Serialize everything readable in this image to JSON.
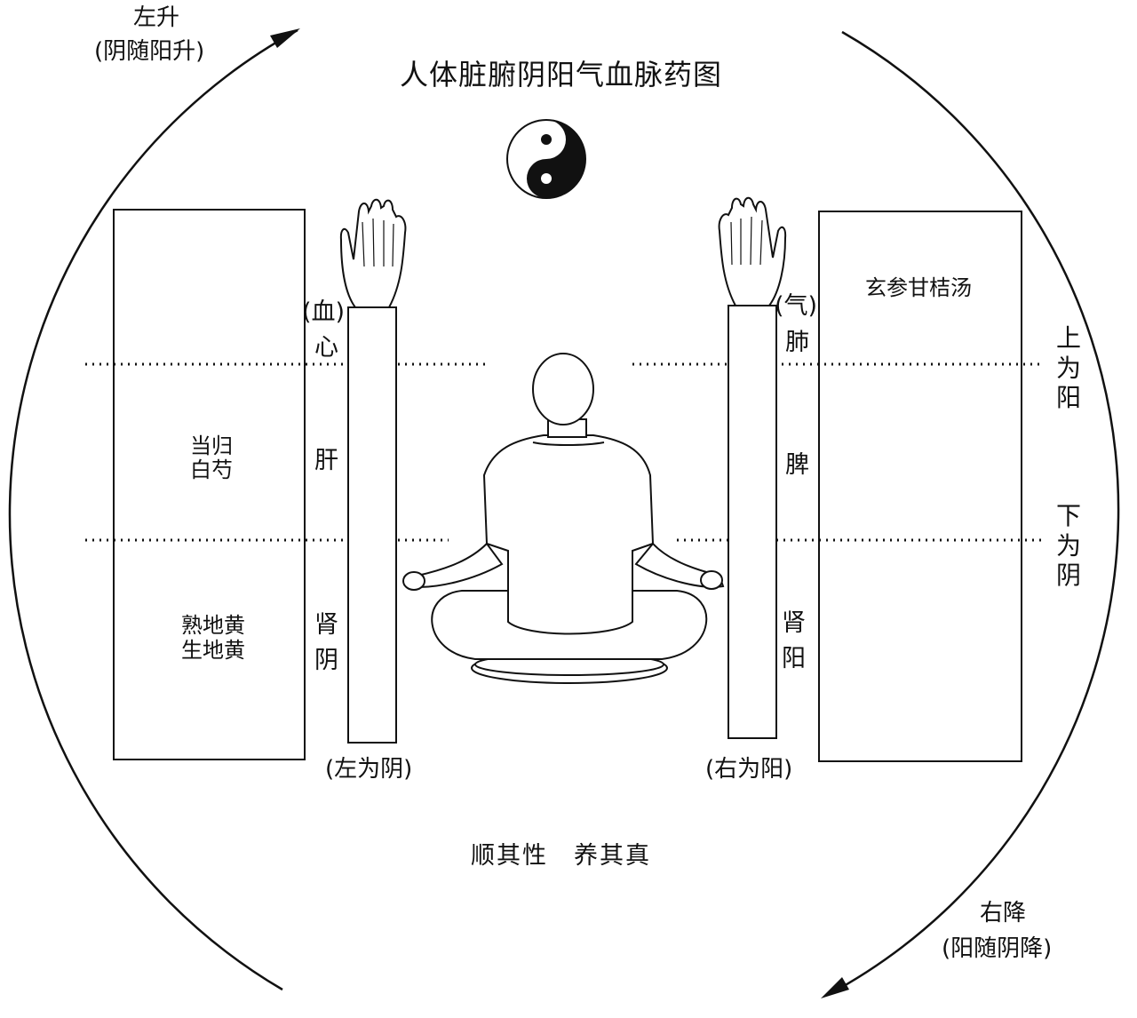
{
  "title": "人体脏腑阴阳气血脉药图",
  "left_arc": {
    "label": "左升",
    "note": "(阴随阳升)"
  },
  "right_arc": {
    "label": "右降",
    "note": "(阳随阴降)"
  },
  "left_column": {
    "top_tag": "(血)",
    "organs": [
      "心",
      "肝",
      "肾"
    ],
    "organ_extra": "阴",
    "bottom_note": "(左为阴)",
    "herbs": {
      "middle_1": "当归",
      "middle_2": "白芍",
      "lower_1": "熟地黄",
      "lower_2": "生地黄"
    }
  },
  "right_column": {
    "top_tag": "(气)",
    "organs": [
      "肺",
      "脾",
      "肾"
    ],
    "organ_extra": "阳",
    "bottom_note": "(右为阳)",
    "herbs": {
      "top": "玄参甘桔汤"
    }
  },
  "side_labels": {
    "upper": "上为阳",
    "lower": "下为阴"
  },
  "motto": "顺其性　养其真"
}
